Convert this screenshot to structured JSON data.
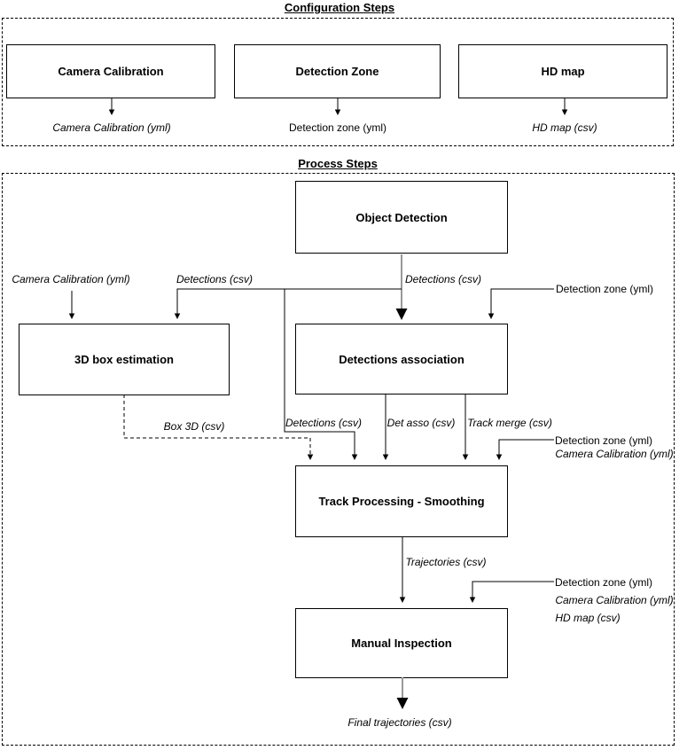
{
  "diagram": {
    "type": "flowchart",
    "config_section": {
      "title": "Configuration Steps",
      "boxes": [
        "Camera Calibration",
        "Detection Zone",
        "HD map"
      ],
      "outputs": [
        "Camera Calibration (yml)",
        "Detection zone (yml)",
        "HD map (csv)"
      ]
    },
    "process_section": {
      "title": "Process Steps",
      "nodes": [
        "Object Detection",
        "3D box estimation",
        "Detections association",
        "Track Processing - Smoothing",
        "Manual Inspection"
      ],
      "edge_labels": [
        "Camera Calibration (yml)",
        "Detections (csv)",
        "Detections (csv)",
        "Detection zone (yml)",
        "Box 3D (csv)",
        "Detections (csv)",
        "Det asso (csv)",
        "Track merge (csv)",
        "Detection zone (yml)",
        "Camera Calibration (yml)",
        "Trajectories (csv)",
        "Detection zone (yml)",
        "Camera Calibration (yml)",
        "HD map (csv)",
        "Final trajectories (csv)"
      ]
    },
    "colors": {
      "line": "#000000",
      "accent_line": "#999999",
      "node_border": "#000000",
      "background": "#ffffff"
    }
  }
}
